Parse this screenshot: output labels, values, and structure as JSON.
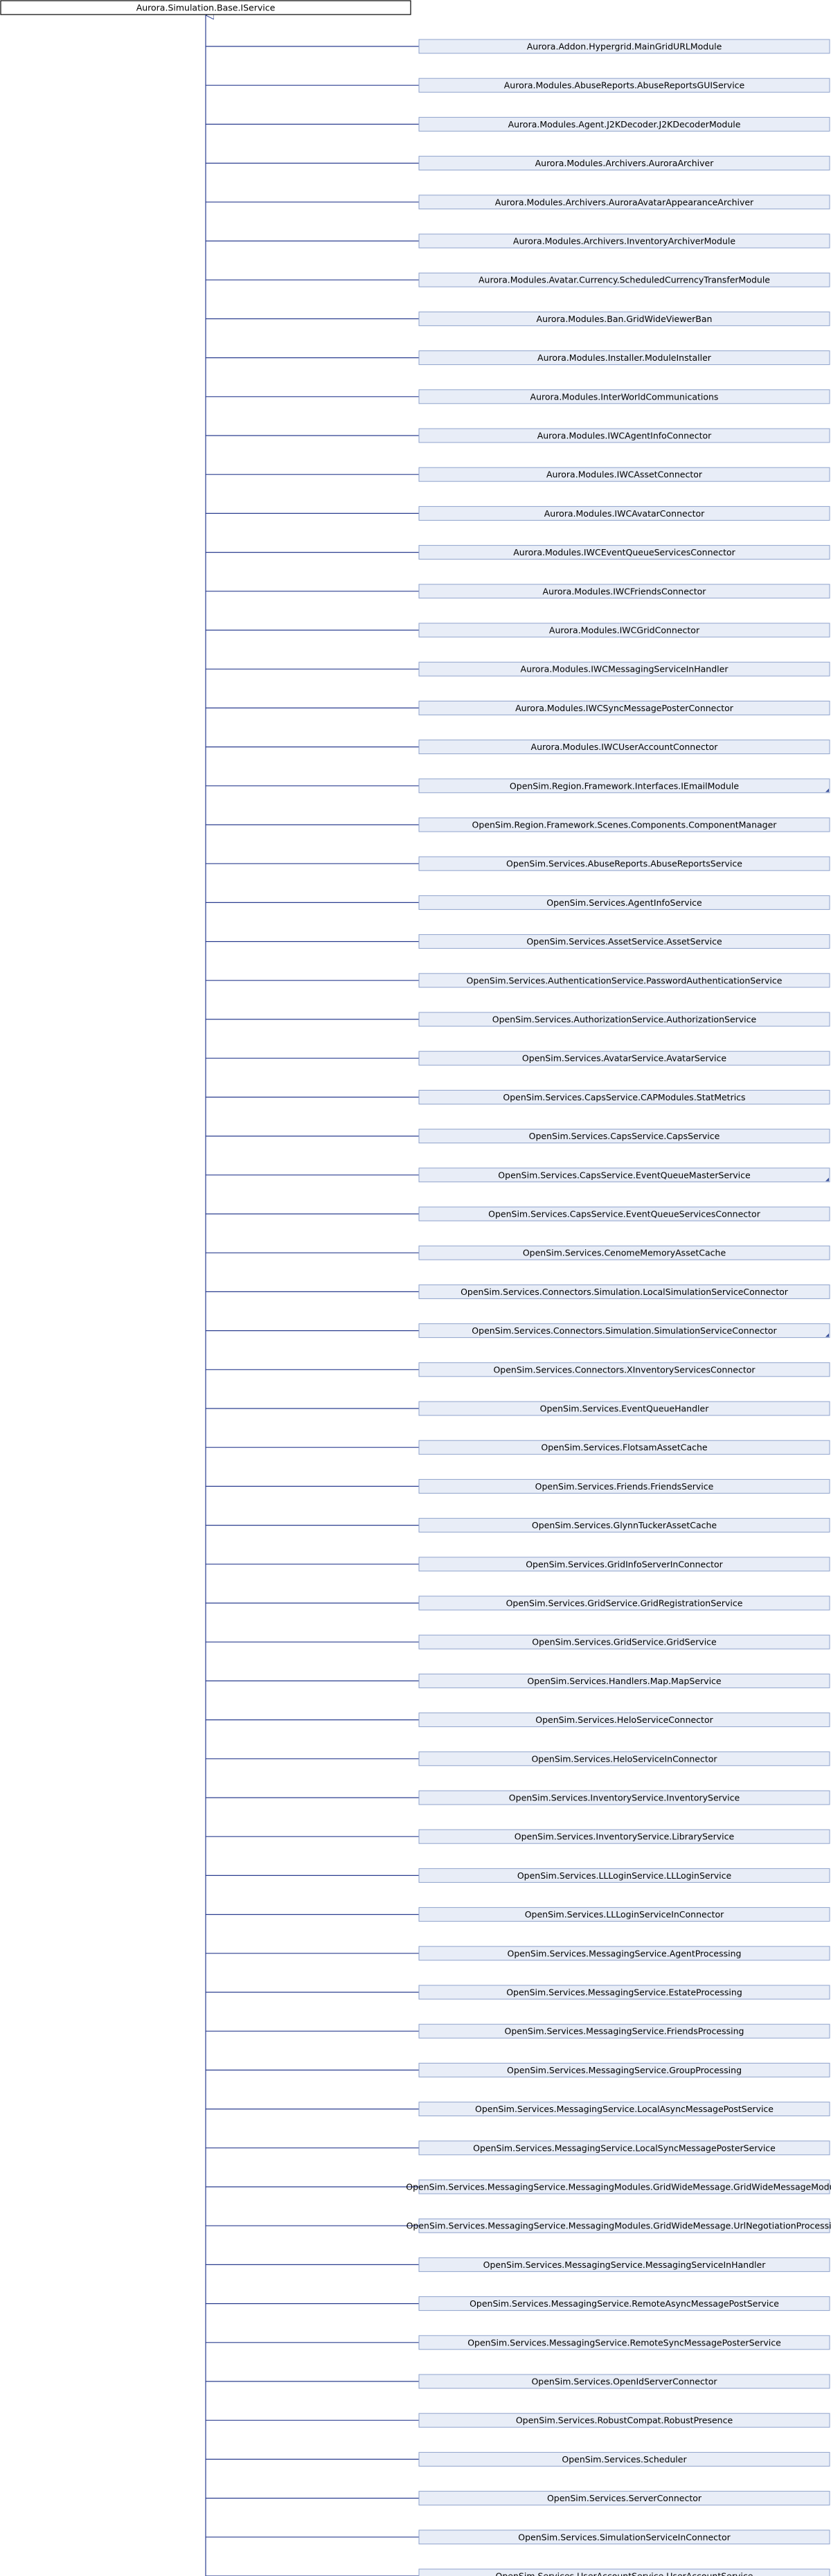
{
  "root": {
    "label": "Aurora.Simulation.Base.IService"
  },
  "children": [
    {
      "label": "Aurora.Addon.Hypergrid.MainGridURLModule"
    },
    {
      "label": "Aurora.Modules.AbuseReports.AbuseReportsGUIService"
    },
    {
      "label": "Aurora.Modules.Agent.J2KDecoder.J2KDecoderModule"
    },
    {
      "label": "Aurora.Modules.Archivers.AuroraArchiver"
    },
    {
      "label": "Aurora.Modules.Archivers.AuroraAvatarAppearanceArchiver"
    },
    {
      "label": "Aurora.Modules.Archivers.InventoryArchiverModule"
    },
    {
      "label": "Aurora.Modules.Avatar.Currency.ScheduledCurrencyTransferModule"
    },
    {
      "label": "Aurora.Modules.Ban.GridWideViewerBan"
    },
    {
      "label": "Aurora.Modules.Installer.ModuleInstaller"
    },
    {
      "label": "Aurora.Modules.InterWorldCommunications"
    },
    {
      "label": "Aurora.Modules.IWCAgentInfoConnector"
    },
    {
      "label": "Aurora.Modules.IWCAssetConnector"
    },
    {
      "label": "Aurora.Modules.IWCAvatarConnector"
    },
    {
      "label": "Aurora.Modules.IWCEventQueueServicesConnector"
    },
    {
      "label": "Aurora.Modules.IWCFriendsConnector"
    },
    {
      "label": "Aurora.Modules.IWCGridConnector"
    },
    {
      "label": "Aurora.Modules.IWCMessagingServiceInHandler"
    },
    {
      "label": "Aurora.Modules.IWCSyncMessagePosterConnector"
    },
    {
      "label": "Aurora.Modules.IWCUserAccountConnector"
    },
    {
      "label": "OpenSim.Region.Framework.Interfaces.IEmailModule",
      "has_more": true
    },
    {
      "label": "OpenSim.Region.Framework.Scenes.Components.ComponentManager"
    },
    {
      "label": "OpenSim.Services.AbuseReports.AbuseReportsService"
    },
    {
      "label": "OpenSim.Services.AgentInfoService"
    },
    {
      "label": "OpenSim.Services.AssetService.AssetService"
    },
    {
      "label": "OpenSim.Services.AuthenticationService.PasswordAuthenticationService"
    },
    {
      "label": "OpenSim.Services.AuthorizationService.AuthorizationService"
    },
    {
      "label": "OpenSim.Services.AvatarService.AvatarService"
    },
    {
      "label": "OpenSim.Services.CapsService.CAPModules.StatMetrics"
    },
    {
      "label": "OpenSim.Services.CapsService.CapsService"
    },
    {
      "label": "OpenSim.Services.CapsService.EventQueueMasterService",
      "has_more": true
    },
    {
      "label": "OpenSim.Services.CapsService.EventQueueServicesConnector"
    },
    {
      "label": "OpenSim.Services.CenomeMemoryAssetCache"
    },
    {
      "label": "OpenSim.Services.Connectors.Simulation.LocalSimulationServiceConnector"
    },
    {
      "label": "OpenSim.Services.Connectors.Simulation.SimulationServiceConnector",
      "has_more": true
    },
    {
      "label": "OpenSim.Services.Connectors.XInventoryServicesConnector"
    },
    {
      "label": "OpenSim.Services.EventQueueHandler"
    },
    {
      "label": "OpenSim.Services.FlotsamAssetCache"
    },
    {
      "label": "OpenSim.Services.Friends.FriendsService"
    },
    {
      "label": "OpenSim.Services.GlynnTuckerAssetCache"
    },
    {
      "label": "OpenSim.Services.GridInfoServerInConnector"
    },
    {
      "label": "OpenSim.Services.GridService.GridRegistrationService"
    },
    {
      "label": "OpenSim.Services.GridService.GridService"
    },
    {
      "label": "OpenSim.Services.Handlers.Map.MapService"
    },
    {
      "label": "OpenSim.Services.HeloServiceConnector"
    },
    {
      "label": "OpenSim.Services.HeloServiceInConnector"
    },
    {
      "label": "OpenSim.Services.InventoryService.InventoryService"
    },
    {
      "label": "OpenSim.Services.InventoryService.LibraryService"
    },
    {
      "label": "OpenSim.Services.LLLoginService.LLLoginService"
    },
    {
      "label": "OpenSim.Services.LLLoginServiceInConnector"
    },
    {
      "label": "OpenSim.Services.MessagingService.AgentProcessing"
    },
    {
      "label": "OpenSim.Services.MessagingService.EstateProcessing"
    },
    {
      "label": "OpenSim.Services.MessagingService.FriendsProcessing"
    },
    {
      "label": "OpenSim.Services.MessagingService.GroupProcessing"
    },
    {
      "label": "OpenSim.Services.MessagingService.LocalAsyncMessagePostService"
    },
    {
      "label": "OpenSim.Services.MessagingService.LocalSyncMessagePosterService"
    },
    {
      "label": "OpenSim.Services.MessagingService.MessagingModules.GridWideMessage.GridWideMessageModule"
    },
    {
      "label": "OpenSim.Services.MessagingService.MessagingModules.GridWideMessage.UrlNegotiationProcessing"
    },
    {
      "label": "OpenSim.Services.MessagingService.MessagingServiceInHandler"
    },
    {
      "label": "OpenSim.Services.MessagingService.RemoteAsyncMessagePostService"
    },
    {
      "label": "OpenSim.Services.MessagingService.RemoteSyncMessagePosterService"
    },
    {
      "label": "OpenSim.Services.OpenIdServerConnector"
    },
    {
      "label": "OpenSim.Services.RobustCompat.RobustPresence"
    },
    {
      "label": "OpenSim.Services.Scheduler"
    },
    {
      "label": "OpenSim.Services.ServerConnector"
    },
    {
      "label": "OpenSim.Services.SimulationServiceInConnector"
    },
    {
      "label": "OpenSim.Services.UserAccountService.UserAccountService"
    }
  ],
  "colors": {
    "root_fill": "#ffffff",
    "root_stroke": "#000000",
    "child_fill": "#e8edf7",
    "child_stroke": "#8fa3cc",
    "edge": "#2a3d8f",
    "text": "#000000",
    "more_marker": "#3a4f99"
  }
}
